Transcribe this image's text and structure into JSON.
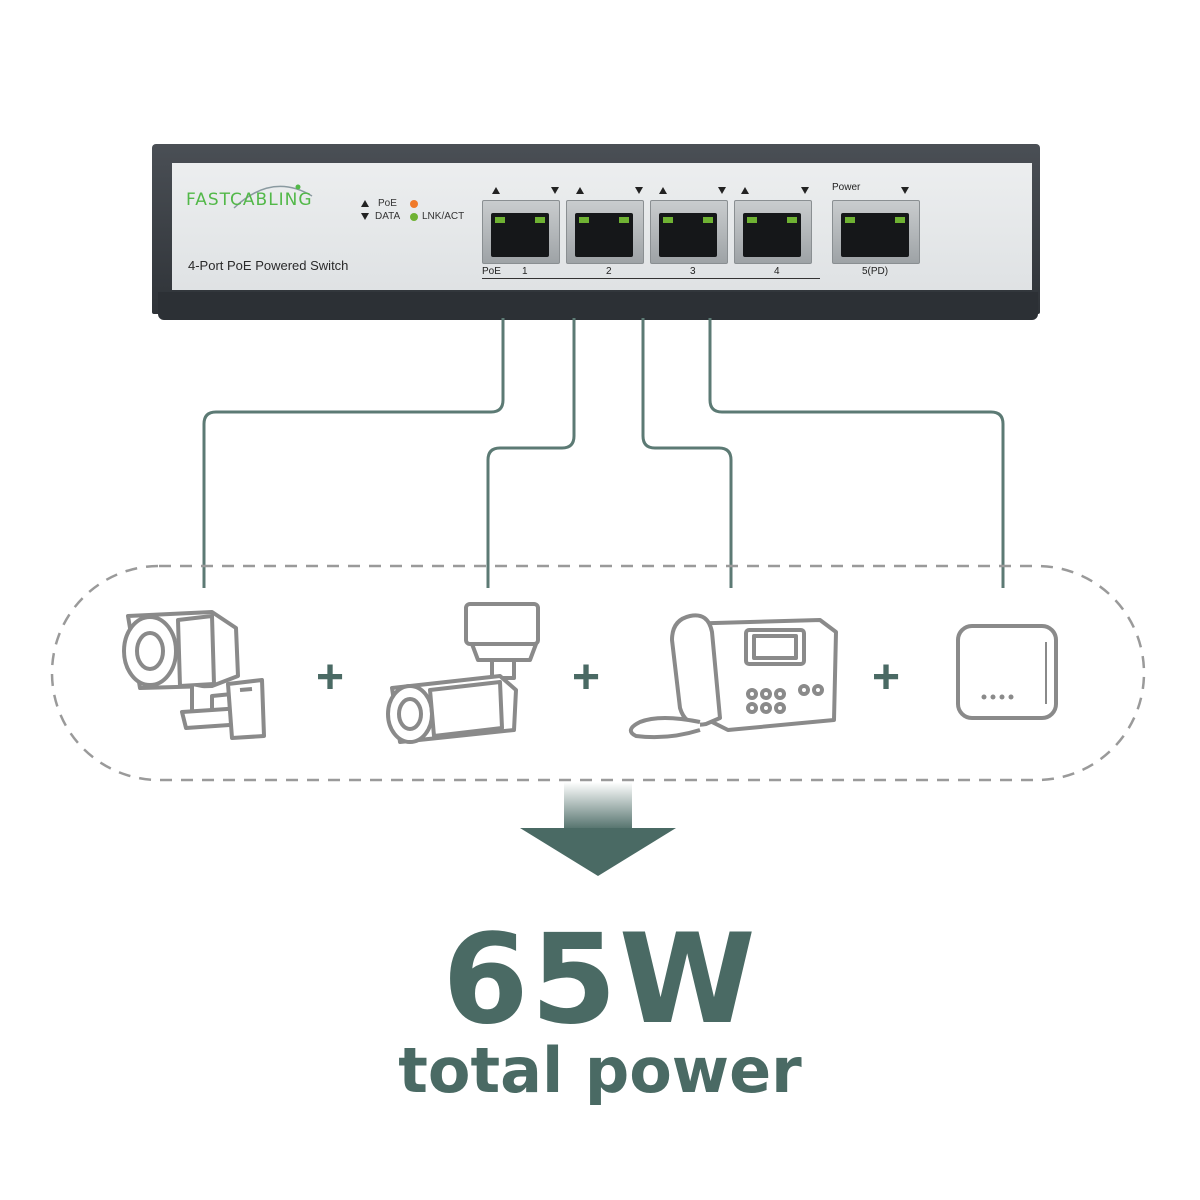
{
  "device": {
    "brand": "FASTCABLING",
    "model": "4-Port PoE Powered Switch",
    "legend_poe": "PoE",
    "legend_data": "DATA",
    "legend_lnk": "LNK/ACT",
    "poe_tag": "PoE",
    "port_labels": [
      "1",
      "2",
      "3",
      "4"
    ],
    "power_label": "Power",
    "pd_label": "5(PD)"
  },
  "devices": [
    {
      "icon": "bullet-camera-icon"
    },
    {
      "icon": "ceiling-camera-icon"
    },
    {
      "icon": "ip-phone-icon"
    },
    {
      "icon": "access-point-icon"
    }
  ],
  "plus_symbol": "+",
  "total": {
    "value": "65W",
    "caption": "total power"
  },
  "colors": {
    "accent": "#4a6a64",
    "brand_green": "#52b848",
    "icon_gray": "#8a8a8a"
  }
}
